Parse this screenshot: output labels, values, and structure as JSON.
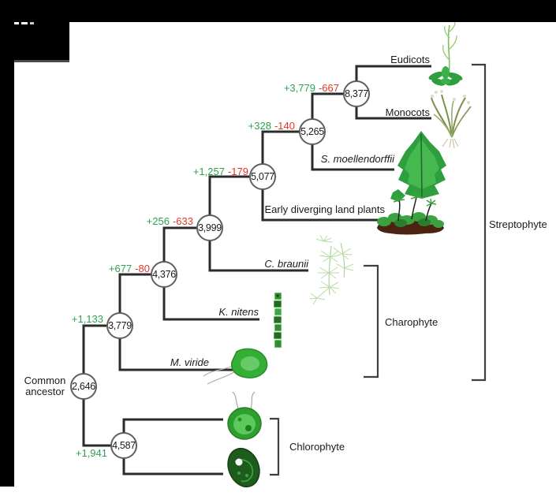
{
  "figure": {
    "common_ancestor": "Common ancestor",
    "nodes": {
      "n2646": {
        "value": "2,646",
        "gain": "",
        "loss": ""
      },
      "n3779": {
        "value": "3,779",
        "gain": "+1,133",
        "loss": ""
      },
      "n4376": {
        "value": "4,376",
        "gain": "+677",
        "loss": "-80"
      },
      "n3999": {
        "value": "3,999",
        "gain": "+256",
        "loss": "-633"
      },
      "n5077": {
        "value": "5,077",
        "gain": "+1,257",
        "loss": "-179"
      },
      "n5265": {
        "value": "5,265",
        "gain": "+328",
        "loss": "-140"
      },
      "n8377": {
        "value": "8,377",
        "gain": "+3,779",
        "loss": "-667"
      },
      "n4587": {
        "value": "4,587",
        "gain": "+1,941",
        "loss": ""
      }
    },
    "taxa": {
      "eudicots": "Eudicots",
      "monocots": "Monocots",
      "smoellendorffii": "S. moellendorffii",
      "edlp": "Early diverging land plants",
      "cbraunii": "C. braunii",
      "knitens": "K. nitens",
      "mviride": "M. viride"
    },
    "clades": {
      "streptophyte": "Streptophyte",
      "charophyte": "Charophyte",
      "chlorophyte": "Chlorophyte"
    },
    "topology": [
      {
        "parent": "2,646",
        "children": [
          "3,779",
          "4,587"
        ]
      },
      {
        "parent": "3,779",
        "children": [
          "4,376",
          "M. viride"
        ]
      },
      {
        "parent": "4,376",
        "children": [
          "3,999",
          "K. nitens"
        ]
      },
      {
        "parent": "3,999",
        "children": [
          "5,077",
          "C. braunii"
        ]
      },
      {
        "parent": "5,077",
        "children": [
          "5,265",
          "Early diverging land plants"
        ]
      },
      {
        "parent": "5,265",
        "children": [
          "8,377",
          "S. moellendorffii"
        ]
      },
      {
        "parent": "8,377",
        "children": [
          "Eudicots",
          "Monocots"
        ]
      },
      {
        "parent": "4,587",
        "children": [
          "chlorophyte-alga-1",
          "chlorophyte-alga-2"
        ]
      }
    ],
    "icons": {
      "plants": [
        "arabidopsis-illustration",
        "grass-illustration",
        "selaginella-illustration",
        "moss-land-plants-illustration",
        "chara-illustration",
        "klebsormidium-filament-illustration",
        "mesostigma-cell-illustration",
        "chlamydomonas-cell-illustration",
        "chlorella-cell-illustration"
      ]
    },
    "colors": {
      "gain": "#2fa14e",
      "loss": "#e2382c",
      "line": "#2b2b2b",
      "bracket": "#3f3f3f",
      "plant_green": "#2f9e3f"
    }
  }
}
